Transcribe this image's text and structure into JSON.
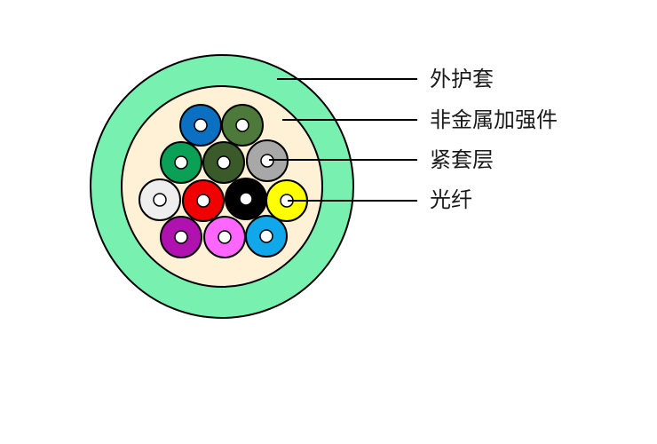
{
  "labels": {
    "outer_jacket": "外护套",
    "strength_member": "非金属加强件",
    "tight_buffer": "紧套层",
    "optical_fiber": "光纤"
  },
  "colors": {
    "outer_jacket": "#78f0b0",
    "strength_member": "#fff1d6",
    "fiber_core": "#ffffff",
    "outline": "#000000",
    "fibers": [
      {
        "name": "blue",
        "hex": "#0b6fc2"
      },
      {
        "name": "olive",
        "hex": "#4d7a3a"
      },
      {
        "name": "green",
        "hex": "#0aa055"
      },
      {
        "name": "dark-green",
        "hex": "#3b5a2a"
      },
      {
        "name": "gray",
        "hex": "#a8a8a8"
      },
      {
        "name": "white",
        "hex": "#eeeeee"
      },
      {
        "name": "red",
        "hex": "#f00000"
      },
      {
        "name": "black",
        "hex": "#000000"
      },
      {
        "name": "yellow",
        "hex": "#ffff00"
      },
      {
        "name": "purple",
        "hex": "#b012b0"
      },
      {
        "name": "pink",
        "hex": "#ff66ff"
      },
      {
        "name": "sky-blue",
        "hex": "#10a8ea"
      }
    ]
  }
}
